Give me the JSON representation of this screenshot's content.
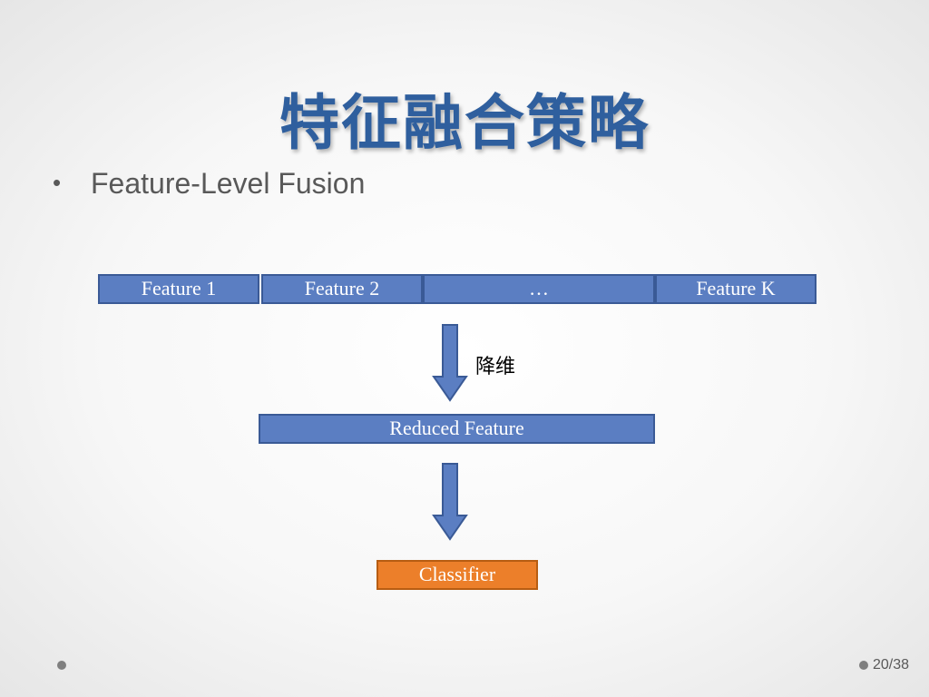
{
  "slide": {
    "title": "特征融合策略",
    "bullet": "Feature-Level Fusion",
    "bullet_marker": "•",
    "page_number": "20/38"
  },
  "diagram": {
    "features": [
      "Feature 1",
      "Feature 2",
      "…",
      "Feature K"
    ],
    "reduce_label": "降维",
    "reduced": "Reduced Feature",
    "classifier": "Classifier"
  },
  "colors": {
    "title": "#2f5f9e",
    "box_fill": "#5b7ec2",
    "box_border": "#3a5a96",
    "classifier_fill": "#ec7f2a",
    "text_gray": "#595959"
  }
}
